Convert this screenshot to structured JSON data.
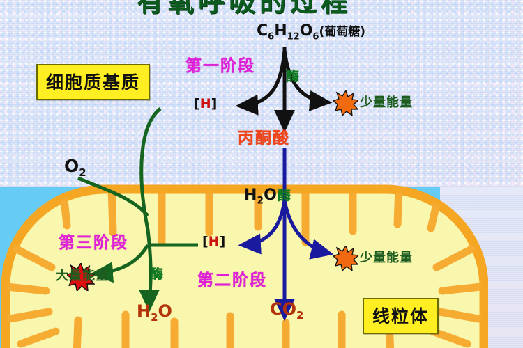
{
  "diagram": {
    "title": "有氧呼吸的过程",
    "title_color": "#0d5c1f",
    "background_cytosol_color": "#e3e6f6",
    "background_cyan_color": "#66ccf5",
    "mitochondrion_membrane_color": "#f5a623",
    "mitochondrion_matrix_color": "#f8f5a8"
  },
  "labels": {
    "cytosol_box": "细胞质基质",
    "mitochondrion_box": "线粒体",
    "stage_one": "第一阶段",
    "stage_two": "第二阶段",
    "stage_three": "第三阶段",
    "stage_color": "#e020d8"
  },
  "molecules": {
    "glucose_formula": "C6H12O6",
    "glucose_c": "C",
    "glucose_c_sub": "6",
    "glucose_h": "H",
    "glucose_h_sub": "12",
    "glucose_o": "O",
    "glucose_o_sub": "6",
    "glucose_name": "(葡萄糖)",
    "pyruvate": "丙酮酸",
    "pyruvate_color": "#f0451a",
    "oxygen": "O",
    "oxygen_sub": "2",
    "water_top": "H",
    "water_top_sub": "2",
    "water_top_o": "O",
    "water_bottom": "H",
    "water_bottom_sub": "2",
    "water_bottom_o": "O",
    "carbon_dioxide": "CO",
    "carbon_dioxide_sub": "2",
    "reduced_hydrogen_open": "[",
    "reduced_hydrogen": "H",
    "reduced_hydrogen_close": "]",
    "reduced_hydrogen_color": "#cc1111"
  },
  "enzymes": {
    "label": "酶",
    "color": "#0f7a22",
    "stage_one_enzyme": "酶",
    "stage_two_enzyme": "酶",
    "stage_three_enzyme": "酶"
  },
  "energy": {
    "small_energy_stage_one": "少量能量",
    "small_energy_stage_two": "少量能量",
    "large_energy_stage_three": "大量能量",
    "small_burst_color": "#f26a0f",
    "large_burst_color": "#e01010",
    "text_color": "#1d5e20"
  },
  "icons": {
    "burst_small_1": "energy-burst-icon",
    "burst_small_2": "energy-burst-icon",
    "burst_large": "energy-burst-icon"
  }
}
